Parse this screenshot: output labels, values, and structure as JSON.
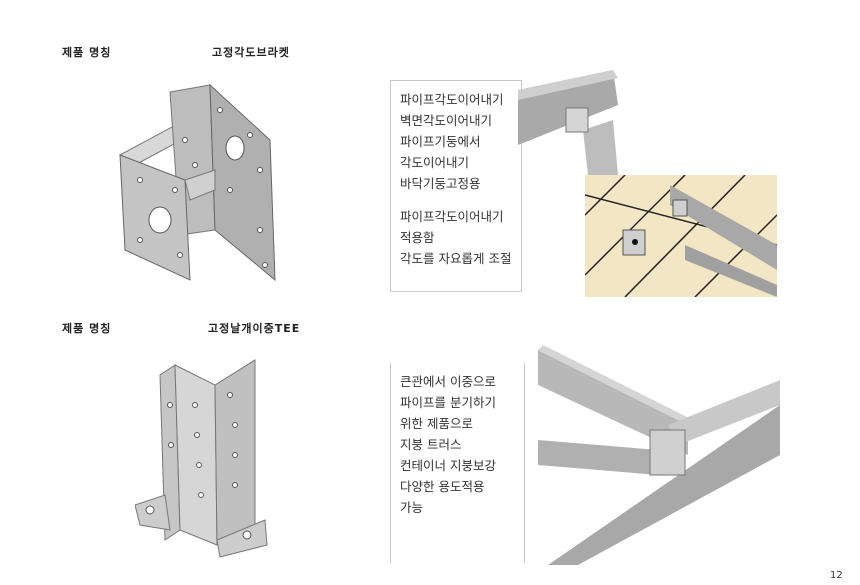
{
  "products": [
    {
      "name_label": "제품 명칭",
      "name": "고정각도브라켓",
      "description_group1": [
        "파이프각도이어내기",
        "벽면각도이어내기",
        "파이프기둥에서",
        "각도이어내기",
        "바닥기둥고정용"
      ],
      "description_group2": [
        "파이프각도이어내기",
        "적용함",
        "각도를 자요롭게 조절"
      ]
    },
    {
      "name_label": "제품 명칭",
      "name": "고정날개이중TEE",
      "description_group1": [
        "큰관에서 이중으로",
        "파이프를 분기하기",
        "위한 제품으로",
        "지붕 트러스",
        "컨테이너 지붕보강",
        "다양한 용도적용",
        "가능"
      ]
    }
  ],
  "page_number": "12"
}
